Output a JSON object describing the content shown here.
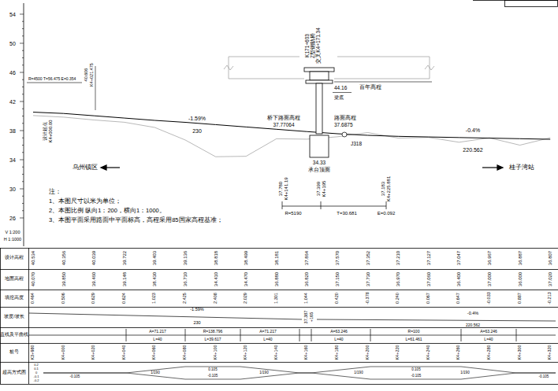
{
  "diagram": {
    "labels": [
      "54",
      "50",
      "46",
      "42",
      "38",
      "34",
      "30",
      "26",
      "V 1:200",
      "H 1:1000",
      "R=4500 T=56.475 E=0.354",
      "40.606",
      "K4+021.475",
      "设计起点",
      "K4+000.00",
      "-1.59%",
      "230",
      "K171+603",
      "Z型钢轨桥",
      "交叉K4+171.34",
      "百年高程",
      "44.16",
      "梁底",
      "桥下路面高程",
      "37.77064",
      "路面高程",
      "37.6875",
      "J318",
      "-0.4%",
      "220.562",
      "34.33",
      "承台顶面",
      "乌州镇区",
      "桂子湾站",
      "注：",
      "1、本图尺寸以米为单位；",
      "2、本图比例 纵向1：200，横向1：1000。",
      "3、本图平面采用路面中平面标高，高程采用85国家高程基准；",
      "37.780",
      "K4+141.19",
      "37.399",
      "K4+195",
      "37.183",
      "K4+225.881",
      "R=5190",
      "T=30.681",
      "E=0.092",
      "设计高程",
      "地面高程",
      "填挖高度",
      "坡度/坡长",
      "直线及平曲线",
      "桩号",
      "超高方式图",
      "40.534",
      "40.356",
      "40.039",
      "39.722",
      "39.403",
      "39.136",
      "38.818",
      "38.499",
      "38.181",
      "37.864",
      "37.570",
      "37.352",
      "37.210",
      "37.127",
      "37.047",
      "36.967",
      "36.887",
      "36.807",
      "40.070",
      "39.850",
      "39.460",
      "39.148",
      "38.430",
      "36.710",
      "34.410",
      "34.470",
      "36.880",
      "36.820",
      "37.150",
      "37.730",
      "36.970",
      "37.060",
      "36.400",
      "37.000",
      "36.000",
      "37.020",
      "0.464",
      "0.506",
      "0.629",
      "0.624",
      "1.023",
      "2.425",
      "2.408",
      "2.029",
      "1.301",
      "1.044",
      "0.420",
      "-0.378",
      "0.240",
      "0.067",
      "0.647",
      "-0.033",
      "0.887",
      "-0.213",
      "K3+980",
      "K4+000",
      "K4+020",
      "K4+040",
      "K4+060",
      "K4+080",
      "K4+100",
      "K4+120",
      "K4+140",
      "K4+160",
      "K4+180",
      "K4+200",
      "K4+220",
      "K4+240",
      "K4+260",
      "K4+280",
      "K4+300",
      "K4+320",
      "-1.59%",
      "230",
      "37.387",
      "+165",
      "-0.4%",
      "220.562",
      "A=71.217",
      "L=40",
      "R=138.796",
      "L=39.617",
      "A=71.217",
      "L=40",
      "A=63.246",
      "L=40",
      "R=100",
      "L=61.461",
      "A=63.246",
      "L=40",
      "0.2",
      "0.1",
      "0",
      "-0.1",
      "-0.2",
      "-0.105",
      "1/190",
      "0.105",
      "-0.105",
      "1/190",
      "1/190",
      "0.105",
      "-0.105",
      "1/190",
      "-0.105"
    ]
  }
}
